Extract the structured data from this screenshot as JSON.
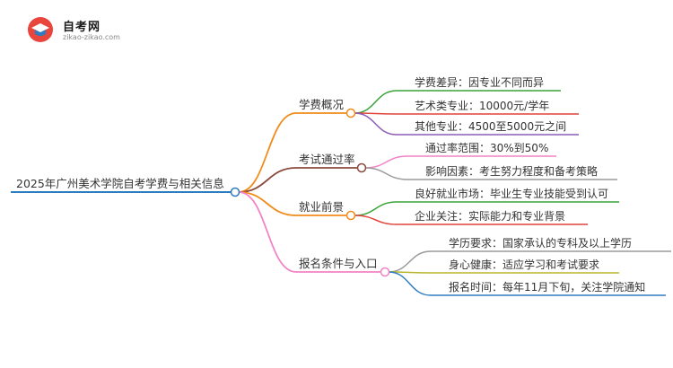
{
  "logo": {
    "icon": "graduation-cap-icon",
    "name": "自考网",
    "domain": "zikao-zikao.com"
  },
  "mindmap": {
    "root": {
      "text": "2025年广州美术学院自考学费与相关信息",
      "color": "#2e7cc0"
    },
    "branches": [
      {
        "text": "学费概况",
        "color": "#f08c1c",
        "leaves": [
          {
            "text": "学费差异：因专业不同而异",
            "color": "#3aa33a"
          },
          {
            "text": "艺术类专业：10000元/学年",
            "color": "#e0443a"
          },
          {
            "text": "其他专业：4500至5000元之间",
            "color": "#8e5bb5"
          }
        ]
      },
      {
        "text": "考试通过率",
        "color": "#8b4a3c",
        "leaves": [
          {
            "text": "通过率范围：30%到50%",
            "color": "#f283c4"
          },
          {
            "text": "影响因素：考生努力程度和备考策略",
            "color": "#9a9a9a"
          }
        ]
      },
      {
        "text": "就业前景",
        "color": "#f08c1c",
        "leaves": [
          {
            "text": "良好就业市场：毕业生专业技能受到认可",
            "color": "#3aa33a"
          },
          {
            "text": "企业关注：实际能力和专业背景",
            "color": "#e0443a"
          }
        ]
      },
      {
        "text": "报名条件与入口",
        "color": "#f283c4",
        "leaves": [
          {
            "text": "学历要求：国家承认的专科及以上学历",
            "color": "#9a9a9a"
          },
          {
            "text": "身心健康：适应学习和考试要求",
            "color": "#b8b52a"
          },
          {
            "text": "报名时间：每年11月下旬，关注学院通知",
            "color": "#2e7cc0"
          }
        ]
      }
    ]
  }
}
